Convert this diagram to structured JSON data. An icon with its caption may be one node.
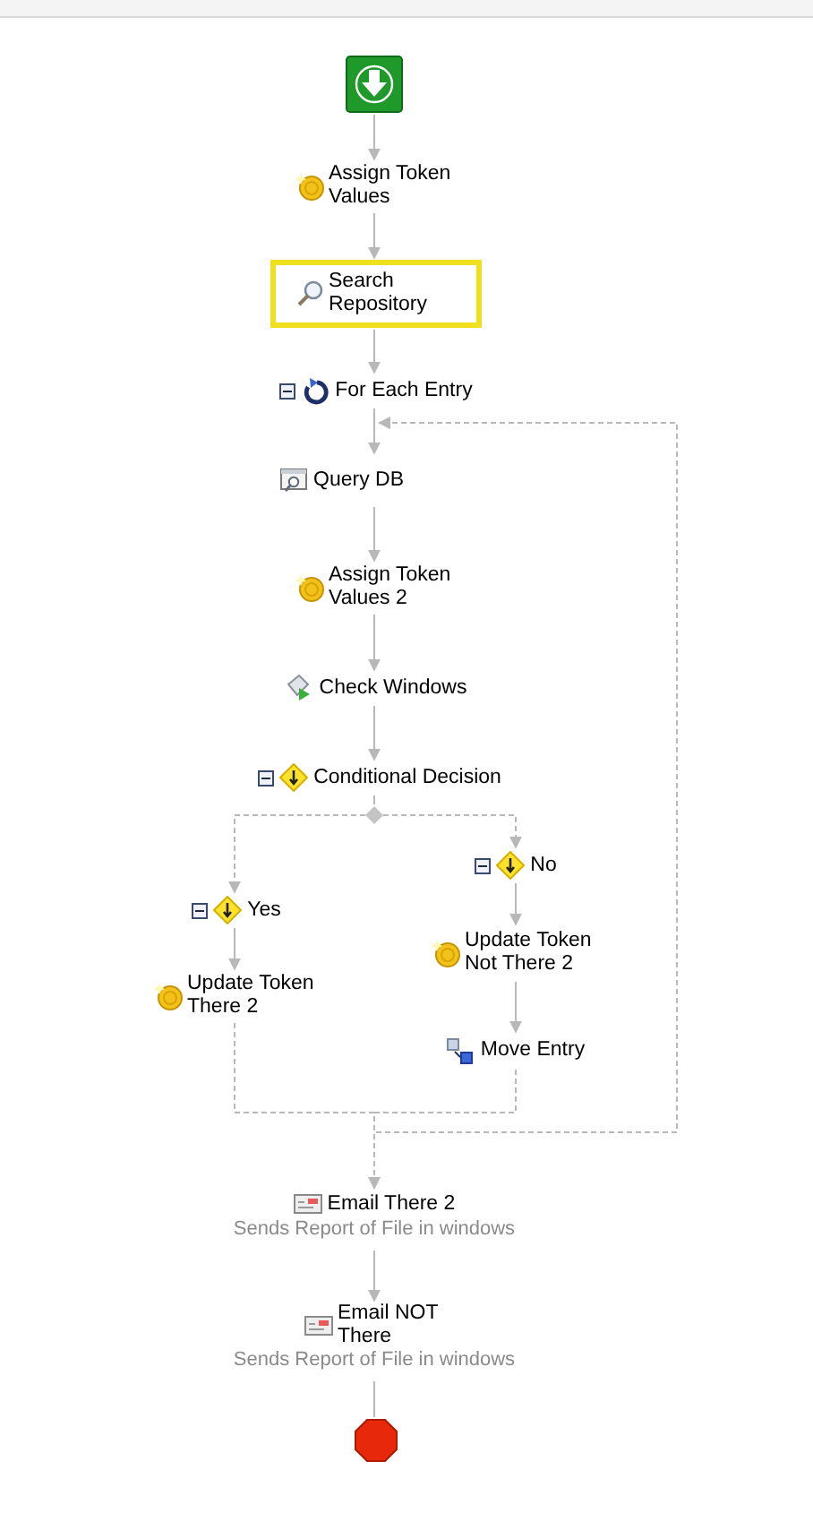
{
  "diagram": {
    "nodes": [
      {
        "text": [],
        "shape": "box"
      },
      {
        "text": [
          "Assign Token Values"
        ]
      },
      {
        "text": [
          "Search Repository"
        ]
      },
      {
        "text": [
          "For Each Entry"
        ]
      },
      {
        "text": [
          "Query DB"
        ]
      },
      {
        "text": [
          "Assign Token Values 2"
        ]
      },
      {
        "text": [
          "Check Windows"
        ]
      },
      {
        "text": [
          "Conditional Decision"
        ]
      },
      {
        "text": [],
        "shape": "diamond"
      },
      {
        "text": [
          "Yes"
        ]
      },
      {
        "text": [
          "Update Token There 2"
        ]
      },
      {
        "text": [
          "No"
        ]
      },
      {
        "text": [
          "Update Token Not There 2"
        ]
      },
      {
        "text": [
          "Move Entry"
        ]
      },
      {
        "text": [
          "Email There 2",
          "Sends Report of File in windows"
        ]
      },
      {
        "text": [
          "Email NOT There",
          "Sends Report of File in windows"
        ]
      },
      {
        "text": [],
        "shape": "octagon"
      }
    ],
    "edges": [
      {
        "from": 0,
        "to": 1,
        "arrow": "to"
      },
      {
        "from": 1,
        "to": 2,
        "arrow": "to"
      },
      {
        "from": 2,
        "to": 3,
        "arrow": "to"
      },
      {
        "from": 3,
        "to": 4,
        "arrow": "to"
      },
      {
        "from": 4,
        "to": 5,
        "arrow": "to"
      },
      {
        "from": 5,
        "to": 6,
        "arrow": "to"
      },
      {
        "from": 6,
        "to": 7,
        "arrow": "to"
      },
      {
        "from": 7,
        "to": 8,
        "arrow": "none"
      },
      {
        "from": 8,
        "to": 9,
        "arrow": "to",
        "style": "dashed"
      },
      {
        "from": 8,
        "to": 11,
        "arrow": "to",
        "style": "dashed"
      },
      {
        "from": 9,
        "to": 10,
        "arrow": "to"
      },
      {
        "from": 11,
        "to": 12,
        "arrow": "to"
      },
      {
        "from": 12,
        "to": 13,
        "arrow": "to"
      },
      {
        "from": 10,
        "to": 14,
        "arrow": "to",
        "style": "dashed"
      },
      {
        "from": 13,
        "to": 14,
        "arrow": "to",
        "style": "dashed"
      },
      {
        "from": 10,
        "to": 3,
        "arrow": "to",
        "style": "dashed"
      },
      {
        "from": 13,
        "to": 3,
        "arrow": "to",
        "style": "dashed"
      },
      {
        "from": 14,
        "to": 15,
        "arrow": "to"
      },
      {
        "from": 15,
        "to": 16,
        "arrow": "none"
      }
    ]
  }
}
